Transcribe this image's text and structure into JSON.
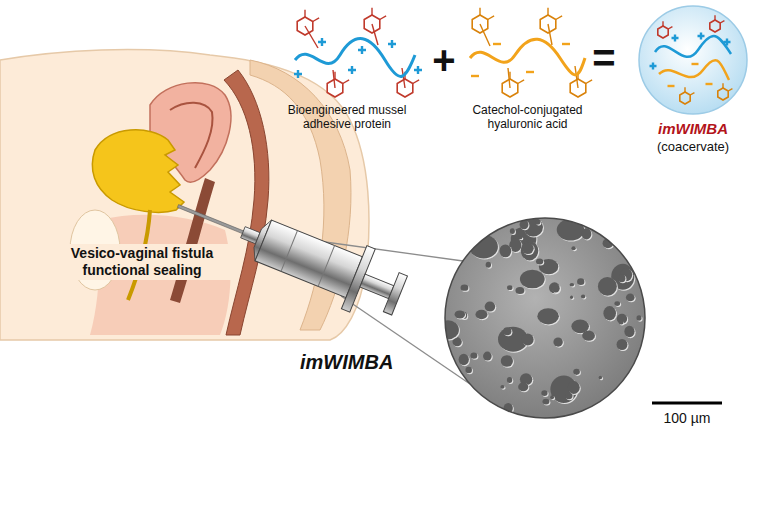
{
  "diagram": {
    "nodes": [
      {
        "text": [
          "imWIMBA",
          "(coacervate)"
        ]
      }
    ],
    "labels": [
      "Vesico-vaginal fistula functional sealing",
      "Bioengineered mussel adhesive protein",
      "+",
      "Catechol-conjugated hyaluronic acid",
      "=",
      "imWIMBA",
      "100 µm"
    ]
  }
}
